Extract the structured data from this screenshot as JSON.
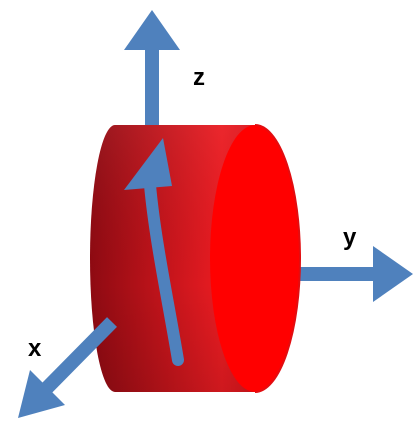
{
  "labels": {
    "x": "x",
    "y": "y",
    "z": "z"
  },
  "colors": {
    "arrow": "#4f81bd",
    "cylinder_face": "#ff0000",
    "cylinder_side_dark": "#8e0a12",
    "cylinder_side_light": "#ea1c22",
    "label_text": "#000000"
  },
  "icons": {
    "rotation": "curved-rotation-arrow-icon"
  }
}
